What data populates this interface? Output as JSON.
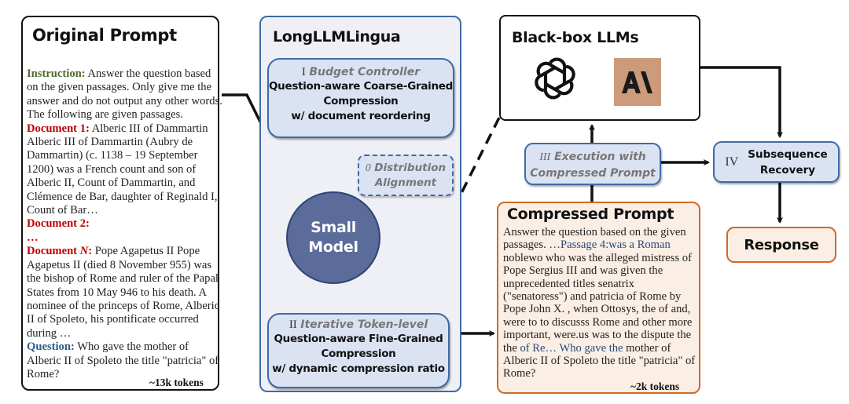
{
  "original_prompt": {
    "title": "Original Prompt",
    "instruction_label": "Instruction:",
    "instruction_text": " Answer the question based on the given passages. Only give me the answer and do not output any other words. The following are given passages.",
    "doc1_label": "Document 1:",
    "doc1_text": " Alberic III of Dammartin Alberic III of Dammartin (Aubry de Dammartin) (c. 1138 – 19 September 1200) was a French count and son of Alberic II, Count of Dammartin, and Clémence de Bar, daughter of Reginald I, Count of Bar…",
    "doc2_label": "Document 2:",
    "ellipsis": "…",
    "docN_label_prefix": "Document ",
    "docN_label_n": "N",
    "docN_label_suffix": ":",
    "docN_text": " Pope Agapetus II Pope Agapetus II (died 8 November 955) was the bishop of Rome and ruler of the Papal States from 10 May 946 to his death. A nominee of the princeps of Rome, Alberic II of Spoleto, his pontificate occurred during …",
    "question_label": "Question:",
    "question_text": " Who gave the mother of Alberic II of Spoleto the title \"patricia\" of Rome?",
    "tokens": "~13k tokens"
  },
  "longllmlingua": {
    "title": "LongLLMLingua",
    "stage1": {
      "numeral": "I",
      "name": "Budget Controller",
      "line1": "Question-aware Coarse-Grained",
      "line2": "Compression",
      "line3": "w/ document reordering"
    },
    "stage0": {
      "numeral": "0",
      "line1": "Distribution",
      "line2": "Alignment"
    },
    "small_model": {
      "line1": "Small",
      "line2": "Model"
    },
    "stage2": {
      "numeral": "II",
      "name": "Iterative Token-level",
      "line1": "Question-aware Fine-Grained",
      "line2": "Compression",
      "line3": "w/ dynamic compression ratio"
    }
  },
  "blackbox": {
    "title": "Black-box LLMs",
    "icons": [
      "openai-logo",
      "anthropic-logo"
    ],
    "anthropic_mark": "A\\",
    "anthropic_color": "#cc9b7a"
  },
  "stage3": {
    "numeral": "III",
    "line1": "Execution with",
    "line2": "Compressed Prompt"
  },
  "stage4": {
    "numeral": "IV",
    "line1": "Subsequence",
    "line2": "Recovery"
  },
  "compressed_prompt": {
    "title": "Compressed Prompt",
    "text_a": "Answer the question based on the given passages. ",
    "text_b": "…Passage 4:was a Roman",
    "text_c": " noblewo who was the alleged mistress of Pope Sergius III and was given the unprecedented titles senatrix (\"senatoress\") and patricia of Rome by Pope John X. , when Ottosys, the of and, were to to discusss Rome and other more important, were.us was to the dispute the the ",
    "text_d": "of Re… Who gave the",
    "text_e": " mother of Alberic II of Spoleto the title \"patricia\" of Rome?",
    "tokens": "~2k tokens"
  },
  "response": {
    "label": "Response"
  },
  "colors": {
    "lingua_border": "#3f6aa8",
    "stage_fill": "#dbe3f3",
    "small_model_fill": "#5b6b9a",
    "compressed_border": "#d0692a",
    "compressed_fill": "#fbeee4",
    "instruction_label": "#4e6b2f",
    "document_label": "#c00000",
    "question_label": "#2e5c8a"
  }
}
